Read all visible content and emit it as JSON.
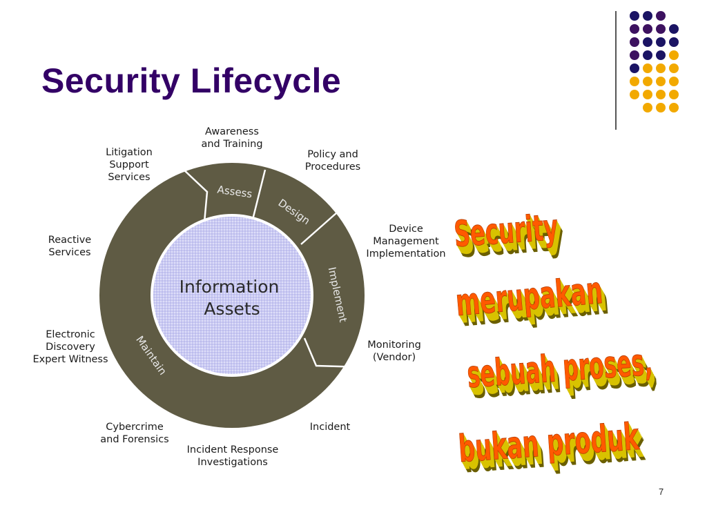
{
  "slide": {
    "title": "Security Lifecycle",
    "page_number": "7"
  },
  "diagram": {
    "center": "Information\nAssets",
    "phases": [
      "Assess",
      "Design",
      "Implement",
      "Maintain"
    ],
    "outer_labels": {
      "awareness": "Awareness\nand Training",
      "policy": "Policy and\nProcedures",
      "litigation": "Litigation\nSupport\nServices",
      "device": "Device\nManagement\nImplementation",
      "reactive": "Reactive\nServices",
      "monitoring": "Monitoring\n(Vendor)",
      "ediscovery": "Electronic\nDiscovery\nExpert Witness",
      "incident": "Incident",
      "cybercrime": "Cybercrime\nand Forensics",
      "investigations": "Incident Response\nInvestigations"
    }
  },
  "wordart": [
    "Security",
    "merupakan",
    "sebuah proses,",
    "bukan produk"
  ],
  "colors": {
    "title": "#330066",
    "ring": "#5f5b44",
    "center_fill": "#c7c7f2",
    "dot_navy": "#1b1464",
    "dot_purple": "#3d1260",
    "dot_gold": "#f2a900",
    "wordart_fill": "#ff5a00",
    "wordart_extrude": "#d8c200"
  }
}
